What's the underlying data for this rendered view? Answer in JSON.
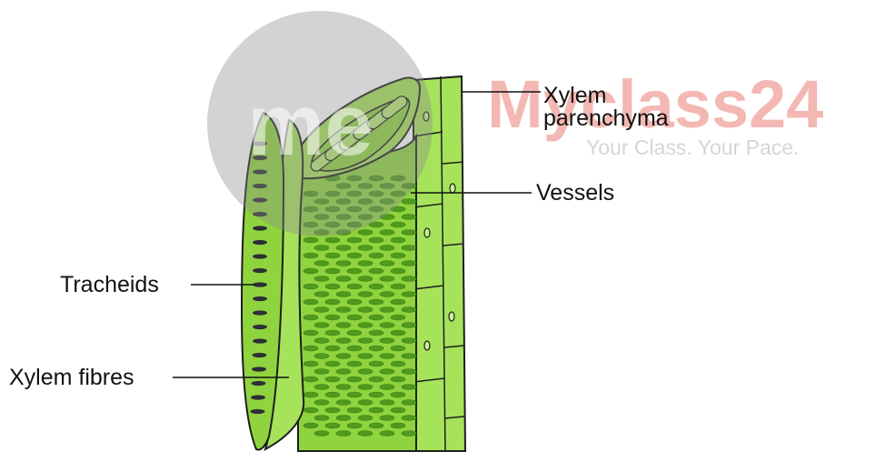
{
  "watermark": {
    "brand_mark": "me",
    "brand_name": "Myclass24",
    "tagline": "Your Class. Your Pace.",
    "colors": {
      "circle": "#8c8c8c",
      "brand": "#e8746a"
    }
  },
  "labels": {
    "xylem_parenchyma_line1": "Xylem",
    "xylem_parenchyma_line2": "parenchyma",
    "vessels": "Vessels",
    "tracheids": "Tracheids",
    "xylem_fibres": "Xylem fibres"
  },
  "colors": {
    "tissue_light": "#a6e35a",
    "tissue_mid": "#8fd43f",
    "tissue_dark": "#6cb82a",
    "outline": "#1e1e1e",
    "pit": "#2e2e36",
    "vessel_pit": "#4f9a1c",
    "pointer_line": "#111111"
  }
}
